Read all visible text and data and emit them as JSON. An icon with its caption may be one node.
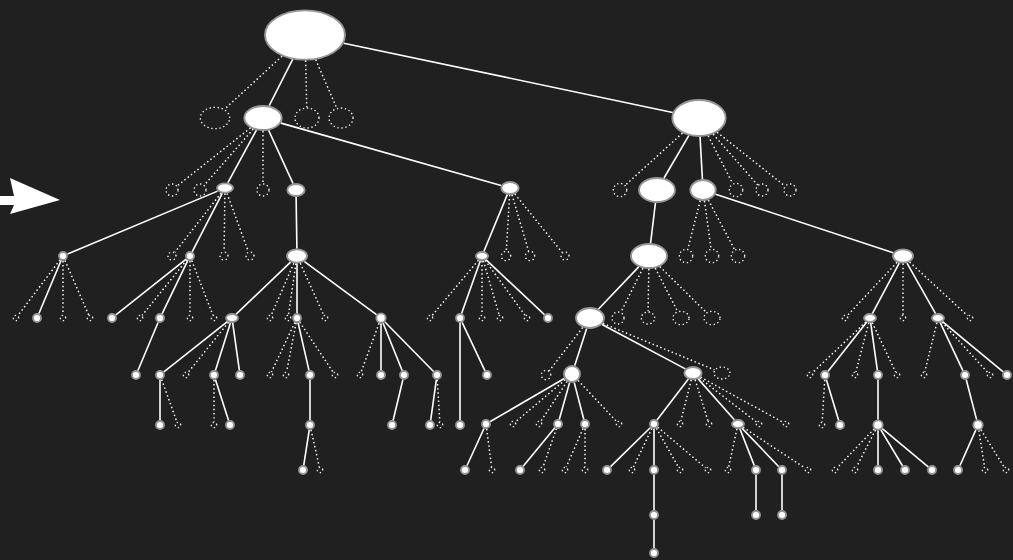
{
  "diagram": {
    "nodes": [
      {
        "text": [],
        "shape": "ellipse"
      },
      {
        "text": [],
        "shape": "ellipse"
      },
      {
        "text": [],
        "shape": "ellipse"
      },
      {
        "text": [],
        "shape": "ellipse"
      },
      {
        "text": [],
        "shape": "ellipse"
      },
      {
        "text": [],
        "shape": "ellipse"
      },
      {
        "text": [],
        "shape": "circle"
      },
      {
        "text": [],
        "shape": "circle"
      },
      {
        "text": [],
        "shape": "ellipse"
      },
      {
        "text": [],
        "shape": "circle"
      },
      {
        "text": [],
        "shape": "ellipse"
      },
      {
        "text": [],
        "shape": "ellipse"
      },
      {
        "text": [],
        "shape": "circle"
      },
      {
        "text": [],
        "shape": "ellipse"
      },
      {
        "text": [],
        "shape": "ellipse"
      },
      {
        "text": [],
        "shape": "circle"
      },
      {
        "text": [],
        "shape": "circle"
      },
      {
        "text": [],
        "shape": "circle"
      },
      {
        "text": [],
        "shape": "circle"
      },
      {
        "text": [],
        "shape": "circle"
      },
      {
        "text": [],
        "shape": "circle"
      },
      {
        "text": [],
        "shape": "circle"
      },
      {
        "text": [],
        "shape": "circle"
      },
      {
        "text": [],
        "shape": "ellipse"
      },
      {
        "text": [],
        "shape": "ellipse"
      },
      {
        "text": [],
        "shape": "circle"
      },
      {
        "text": [],
        "shape": "circle"
      },
      {
        "text": [],
        "shape": "circle"
      },
      {
        "text": [],
        "shape": "ellipse"
      },
      {
        "text": [],
        "shape": "circle"
      },
      {
        "text": [],
        "shape": "circle"
      },
      {
        "text": [],
        "shape": "circle"
      },
      {
        "text": [],
        "shape": "ellipse"
      },
      {
        "text": [],
        "shape": "circle"
      },
      {
        "text": [],
        "shape": "circle"
      },
      {
        "text": [],
        "shape": "circle"
      },
      {
        "text": [],
        "shape": "circle"
      },
      {
        "text": [],
        "shape": "circle"
      },
      {
        "text": [],
        "shape": "circle"
      },
      {
        "text": [],
        "shape": "circle"
      },
      {
        "text": [],
        "shape": "circle"
      },
      {
        "text": [],
        "shape": "circle"
      },
      {
        "text": [],
        "shape": "ellipse"
      },
      {
        "text": [],
        "shape": "circle"
      },
      {
        "text": [],
        "shape": "circle"
      },
      {
        "text": [],
        "shape": "circle"
      },
      {
        "text": [],
        "shape": "circle"
      },
      {
        "text": [],
        "shape": "circle"
      },
      {
        "text": [],
        "shape": "circle"
      },
      {
        "text": [],
        "shape": "circle"
      },
      {
        "text": [],
        "shape": "circle"
      },
      {
        "text": [],
        "shape": "circle"
      },
      {
        "text": [],
        "shape": "circle"
      },
      {
        "text": [],
        "shape": "circle"
      },
      {
        "text": [],
        "shape": "ellipse"
      },
      {
        "text": [],
        "shape": "ellipse"
      },
      {
        "text": [],
        "shape": "ellipse"
      },
      {
        "text": [],
        "shape": "ellipse"
      },
      {
        "text": [],
        "shape": "ellipse"
      },
      {
        "text": [],
        "shape": "circle"
      },
      {
        "text": [],
        "shape": "ellipse"
      },
      {
        "text": [],
        "shape": "circle"
      },
      {
        "text": [],
        "shape": "ellipse"
      },
      {
        "text": [],
        "shape": "circle"
      },
      {
        "text": [],
        "shape": "circle"
      },
      {
        "text": [],
        "shape": "circle"
      },
      {
        "text": [],
        "shape": "circle"
      },
      {
        "text": [],
        "shape": "circle"
      },
      {
        "text": [],
        "shape": "circle"
      },
      {
        "text": [],
        "shape": "circle"
      },
      {
        "text": [],
        "shape": "circle"
      },
      {
        "text": [],
        "shape": "circle"
      },
      {
        "text": [],
        "shape": "circle"
      },
      {
        "text": [],
        "shape": "circle"
      },
      {
        "text": [],
        "shape": "circle"
      },
      {
        "text": [],
        "shape": "circle"
      },
      {
        "text": [],
        "shape": "circle"
      },
      {
        "text": [],
        "shape": "circle"
      },
      {
        "text": [],
        "shape": "circle"
      },
      {
        "text": [],
        "shape": "circle"
      },
      {
        "text": [],
        "shape": "circle"
      },
      {
        "text": [],
        "shape": "ellipse"
      },
      {
        "text": [],
        "shape": "ellipse"
      },
      {
        "text": [],
        "shape": "ellipse"
      },
      {
        "text": [],
        "shape": "circle"
      },
      {
        "text": [],
        "shape": "circle"
      },
      {
        "text": [],
        "shape": "circle"
      },
      {
        "text": [],
        "shape": "circle"
      },
      {
        "text": [],
        "shape": "circle"
      },
      {
        "text": [],
        "shape": "circle"
      },
      {
        "text": [],
        "shape": "circle"
      },
      {
        "text": [],
        "shape": "circle"
      },
      {
        "text": [],
        "shape": "circle"
      },
      {
        "text": [],
        "shape": "circle"
      },
      {
        "text": [],
        "shape": "circle"
      },
      {
        "text": [],
        "shape": "circle"
      },
      {
        "text": [],
        "shape": "circle"
      },
      {
        "text": [],
        "shape": "circle"
      },
      {
        "text": [],
        "shape": "circle"
      },
      {
        "text": [],
        "shape": "circle"
      },
      {
        "text": [],
        "shape": "circle"
      },
      {
        "text": [],
        "shape": "circle"
      },
      {
        "text": [],
        "shape": "circle"
      },
      {
        "text": [],
        "shape": "circle"
      },
      {
        "text": [],
        "shape": "circle"
      },
      {
        "text": [],
        "shape": "circle"
      },
      {
        "text": [],
        "shape": "circle"
      },
      {
        "text": [],
        "shape": "circle"
      },
      {
        "text": [],
        "shape": "circle"
      },
      {
        "text": [],
        "shape": "ellipse"
      },
      {
        "text": [],
        "shape": "circle"
      },
      {
        "text": [],
        "shape": "circle"
      },
      {
        "text": [],
        "shape": "circle"
      },
      {
        "text": [],
        "shape": "circle"
      },
      {
        "text": [],
        "shape": "circle"
      },
      {
        "text": [],
        "shape": "circle"
      },
      {
        "text": [],
        "shape": "circle"
      },
      {
        "text": [],
        "shape": "circle"
      },
      {
        "text": [],
        "shape": "circle"
      },
      {
        "text": [],
        "shape": "circle"
      },
      {
        "text": [],
        "shape": "circle"
      },
      {
        "text": [],
        "shape": "circle"
      },
      {
        "text": [],
        "shape": "circle"
      },
      {
        "text": [],
        "shape": "circle"
      },
      {
        "text": [],
        "shape": "circle"
      },
      {
        "text": [],
        "shape": "circle"
      },
      {
        "text": [],
        "shape": "circle"
      },
      {
        "text": [],
        "shape": "circle"
      },
      {
        "text": [],
        "shape": "circle"
      },
      {
        "text": [],
        "shape": "circle"
      },
      {
        "text": [],
        "shape": "circle"
      },
      {
        "text": [],
        "shape": "circle"
      },
      {
        "text": [],
        "shape": "circle"
      },
      {
        "text": [],
        "shape": "circle"
      },
      {
        "text": [],
        "shape": "circle"
      },
      {
        "text": [],
        "shape": "circle"
      },
      {
        "text": [],
        "shape": "circle"
      },
      {
        "text": [],
        "shape": "circle"
      },
      {
        "text": [],
        "shape": "circle"
      },
      {
        "text": [],
        "shape": "circle"
      },
      {
        "text": [],
        "shape": "circle"
      },
      {
        "text": [],
        "shape": "circle"
      },
      {
        "text": [],
        "shape": "circle"
      },
      {
        "text": [],
        "shape": "circle"
      },
      {
        "text": [],
        "shape": "circle"
      }
    ],
    "edges": [
      {
        "from": 0,
        "to": 1,
        "arrow": "none",
        "style": "dashed"
      },
      {
        "from": 0,
        "to": 2,
        "arrow": "none"
      },
      {
        "from": 0,
        "to": 3,
        "arrow": "none",
        "style": "dashed"
      },
      {
        "from": 0,
        "to": 4,
        "arrow": "none",
        "style": "dashed"
      },
      {
        "from": 0,
        "to": 5,
        "arrow": "none"
      },
      {
        "from": 2,
        "to": 6,
        "arrow": "none",
        "style": "dashed"
      },
      {
        "from": 2,
        "to": 7,
        "arrow": "none",
        "style": "dashed"
      },
      {
        "from": 2,
        "to": 8,
        "arrow": "none"
      },
      {
        "from": 2,
        "to": 9,
        "arrow": "none",
        "style": "dashed"
      },
      {
        "from": 2,
        "to": 10,
        "arrow": "none"
      },
      {
        "from": 2,
        "to": 11,
        "arrow": "none"
      },
      {
        "from": 5,
        "to": 12,
        "arrow": "none",
        "style": "dashed"
      },
      {
        "from": 5,
        "to": 13,
        "arrow": "none"
      },
      {
        "from": 5,
        "to": 14,
        "arrow": "none"
      },
      {
        "from": 5,
        "to": 15,
        "arrow": "none",
        "style": "dashed"
      },
      {
        "from": 5,
        "to": 16,
        "arrow": "none",
        "style": "dashed"
      },
      {
        "from": 5,
        "to": 17,
        "arrow": "none",
        "style": "dashed"
      },
      {
        "from": 8,
        "to": 18,
        "arrow": "none"
      },
      {
        "from": 8,
        "to": 19,
        "arrow": "none",
        "style": "dashed"
      },
      {
        "from": 8,
        "to": 20,
        "arrow": "none"
      },
      {
        "from": 8,
        "to": 21,
        "arrow": "none",
        "style": "dashed"
      },
      {
        "from": 8,
        "to": 22,
        "arrow": "none",
        "style": "dashed"
      },
      {
        "from": 10,
        "to": 23,
        "arrow": "none"
      },
      {
        "from": 11,
        "to": 24,
        "arrow": "none"
      },
      {
        "from": 11,
        "to": 25,
        "arrow": "none",
        "style": "dashed"
      },
      {
        "from": 11,
        "to": 26,
        "arrow": "none",
        "style": "dashed"
      },
      {
        "from": 11,
        "to": 27,
        "arrow": "none",
        "style": "dashed"
      },
      {
        "from": 13,
        "to": 28,
        "arrow": "none"
      },
      {
        "from": 14,
        "to": 29,
        "arrow": "none",
        "style": "dashed"
      },
      {
        "from": 14,
        "to": 30,
        "arrow": "none",
        "style": "dashed"
      },
      {
        "from": 14,
        "to": 31,
        "arrow": "none",
        "style": "dashed"
      },
      {
        "from": 14,
        "to": 32,
        "arrow": "none"
      },
      {
        "from": 18,
        "to": 33,
        "arrow": "none",
        "style": "dashed"
      },
      {
        "from": 18,
        "to": 34,
        "arrow": "none"
      },
      {
        "from": 18,
        "to": 35,
        "arrow": "none",
        "style": "dashed"
      },
      {
        "from": 18,
        "to": 36,
        "arrow": "none",
        "style": "dashed"
      },
      {
        "from": 20,
        "to": 37,
        "arrow": "none"
      },
      {
        "from": 20,
        "to": 38,
        "arrow": "none",
        "style": "dashed"
      },
      {
        "from": 20,
        "to": 39,
        "arrow": "none"
      },
      {
        "from": 20,
        "to": 40,
        "arrow": "none",
        "style": "dashed"
      },
      {
        "from": 20,
        "to": 41,
        "arrow": "none",
        "style": "dashed"
      },
      {
        "from": 23,
        "to": 42,
        "arrow": "none"
      },
      {
        "from": 23,
        "to": 43,
        "arrow": "none",
        "style": "dashed"
      },
      {
        "from": 23,
        "to": 44,
        "arrow": "none",
        "style": "dashed"
      },
      {
        "from": 23,
        "to": 45,
        "arrow": "none"
      },
      {
        "from": 23,
        "to": 46,
        "arrow": "none",
        "style": "dashed"
      },
      {
        "from": 23,
        "to": 47,
        "arrow": "none"
      },
      {
        "from": 24,
        "to": 48,
        "arrow": "none",
        "style": "dashed"
      },
      {
        "from": 24,
        "to": 49,
        "arrow": "none"
      },
      {
        "from": 24,
        "to": 50,
        "arrow": "none",
        "style": "dashed"
      },
      {
        "from": 24,
        "to": 51,
        "arrow": "none",
        "style": "dashed"
      },
      {
        "from": 24,
        "to": 52,
        "arrow": "none",
        "style": "dashed"
      },
      {
        "from": 24,
        "to": 53,
        "arrow": "none"
      },
      {
        "from": 28,
        "to": 54,
        "arrow": "none"
      },
      {
        "from": 28,
        "to": 55,
        "arrow": "none",
        "style": "dashed"
      },
      {
        "from": 28,
        "to": 56,
        "arrow": "none",
        "style": "dashed"
      },
      {
        "from": 28,
        "to": 57,
        "arrow": "none",
        "style": "dashed"
      },
      {
        "from": 28,
        "to": 58,
        "arrow": "none",
        "style": "dashed"
      },
      {
        "from": 32,
        "to": 59,
        "arrow": "none",
        "style": "dashed"
      },
      {
        "from": 32,
        "to": 60,
        "arrow": "none"
      },
      {
        "from": 32,
        "to": 61,
        "arrow": "none",
        "style": "dashed"
      },
      {
        "from": 32,
        "to": 62,
        "arrow": "none"
      },
      {
        "from": 32,
        "to": 63,
        "arrow": "none",
        "style": "dashed"
      },
      {
        "from": 39,
        "to": 64,
        "arrow": "none"
      },
      {
        "from": 42,
        "to": 65,
        "arrow": "none"
      },
      {
        "from": 42,
        "to": 66,
        "arrow": "none",
        "style": "dashed"
      },
      {
        "from": 42,
        "to": 67,
        "arrow": "none"
      },
      {
        "from": 42,
        "to": 68,
        "arrow": "none"
      },
      {
        "from": 45,
        "to": 69,
        "arrow": "none",
        "style": "dashed"
      },
      {
        "from": 45,
        "to": 70,
        "arrow": "none",
        "style": "dashed"
      },
      {
        "from": 45,
        "to": 71,
        "arrow": "none"
      },
      {
        "from": 45,
        "to": 72,
        "arrow": "none",
        "style": "dashed"
      },
      {
        "from": 47,
        "to": 73,
        "arrow": "none",
        "style": "dashed"
      },
      {
        "from": 47,
        "to": 74,
        "arrow": "none"
      },
      {
        "from": 47,
        "to": 75,
        "arrow": "none"
      },
      {
        "from": 47,
        "to": 76,
        "arrow": "none"
      },
      {
        "from": 49,
        "to": 77,
        "arrow": "none"
      },
      {
        "from": 49,
        "to": 78,
        "arrow": "none"
      },
      {
        "from": 54,
        "to": 79,
        "arrow": "none",
        "style": "dashed"
      },
      {
        "from": 54,
        "to": 80,
        "arrow": "none"
      },
      {
        "from": 54,
        "to": 81,
        "arrow": "none"
      },
      {
        "from": 54,
        "to": 82,
        "arrow": "none",
        "style": "dashed"
      },
      {
        "from": 60,
        "to": 83,
        "arrow": "none",
        "style": "dashed"
      },
      {
        "from": 60,
        "to": 84,
        "arrow": "none"
      },
      {
        "from": 60,
        "to": 85,
        "arrow": "none",
        "style": "dashed"
      },
      {
        "from": 60,
        "to": 86,
        "arrow": "none"
      },
      {
        "from": 60,
        "to": 87,
        "arrow": "none",
        "style": "dashed"
      },
      {
        "from": 62,
        "to": 88,
        "arrow": "none",
        "style": "dashed"
      },
      {
        "from": 62,
        "to": 89,
        "arrow": "none"
      },
      {
        "from": 62,
        "to": 90,
        "arrow": "none",
        "style": "dashed"
      },
      {
        "from": 62,
        "to": 91,
        "arrow": "none"
      },
      {
        "from": 65,
        "to": 92,
        "arrow": "none"
      },
      {
        "from": 65,
        "to": 93,
        "arrow": "none",
        "style": "dashed"
      },
      {
        "from": 67,
        "to": 94,
        "arrow": "none",
        "style": "dashed"
      },
      {
        "from": 67,
        "to": 95,
        "arrow": "none"
      },
      {
        "from": 71,
        "to": 96,
        "arrow": "none"
      },
      {
        "from": 75,
        "to": 97,
        "arrow": "none"
      },
      {
        "from": 76,
        "to": 98,
        "arrow": "none"
      },
      {
        "from": 76,
        "to": 99,
        "arrow": "none",
        "style": "dashed"
      },
      {
        "from": 80,
        "to": 100,
        "arrow": "none"
      },
      {
        "from": 80,
        "to": 101,
        "arrow": "none",
        "style": "dashed"
      },
      {
        "from": 80,
        "to": 102,
        "arrow": "none",
        "style": "dashed"
      },
      {
        "from": 80,
        "to": 103,
        "arrow": "none"
      },
      {
        "from": 80,
        "to": 104,
        "arrow": "none"
      },
      {
        "from": 80,
        "to": 105,
        "arrow": "none",
        "style": "dashed"
      },
      {
        "from": 81,
        "to": 106,
        "arrow": "none"
      },
      {
        "from": 81,
        "to": 107,
        "arrow": "none",
        "style": "dashed"
      },
      {
        "from": 81,
        "to": 108,
        "arrow": "none",
        "style": "dashed"
      },
      {
        "from": 81,
        "to": 109,
        "arrow": "none"
      },
      {
        "from": 81,
        "to": 110,
        "arrow": "none",
        "style": "dashed"
      },
      {
        "from": 81,
        "to": 111,
        "arrow": "none",
        "style": "dashed"
      },
      {
        "from": 100,
        "to": 112,
        "arrow": "none"
      },
      {
        "from": 100,
        "to": 113,
        "arrow": "none",
        "style": "dashed"
      },
      {
        "from": 103,
        "to": 114,
        "arrow": "none"
      },
      {
        "from": 103,
        "to": 115,
        "arrow": "none",
        "style": "dashed"
      },
      {
        "from": 104,
        "to": 116,
        "arrow": "none",
        "style": "dashed"
      },
      {
        "from": 104,
        "to": 117,
        "arrow": "none",
        "style": "dashed"
      },
      {
        "from": 106,
        "to": 118,
        "arrow": "none"
      },
      {
        "from": 106,
        "to": 119,
        "arrow": "none",
        "style": "dashed"
      },
      {
        "from": 106,
        "to": 120,
        "arrow": "none"
      },
      {
        "from": 106,
        "to": 121,
        "arrow": "none",
        "style": "dashed"
      },
      {
        "from": 106,
        "to": 122,
        "arrow": "none",
        "style": "dashed"
      },
      {
        "from": 109,
        "to": 123,
        "arrow": "none",
        "style": "dashed"
      },
      {
        "from": 109,
        "to": 124,
        "arrow": "none"
      },
      {
        "from": 109,
        "to": 125,
        "arrow": "none"
      },
      {
        "from": 109,
        "to": 126,
        "arrow": "none",
        "style": "dashed"
      },
      {
        "from": 84,
        "to": 127,
        "arrow": "none",
        "style": "dashed"
      },
      {
        "from": 84,
        "to": 128,
        "arrow": "none"
      },
      {
        "from": 86,
        "to": 129,
        "arrow": "none"
      },
      {
        "from": 89,
        "to": 130,
        "arrow": "none"
      },
      {
        "from": 129,
        "to": 131,
        "arrow": "none",
        "style": "dashed"
      },
      {
        "from": 129,
        "to": 132,
        "arrow": "none",
        "style": "dashed"
      },
      {
        "from": 129,
        "to": 133,
        "arrow": "none"
      },
      {
        "from": 129,
        "to": 134,
        "arrow": "none"
      },
      {
        "from": 129,
        "to": 135,
        "arrow": "none"
      },
      {
        "from": 130,
        "to": 136,
        "arrow": "none"
      },
      {
        "from": 130,
        "to": 137,
        "arrow": "none",
        "style": "dashed"
      },
      {
        "from": 130,
        "to": 138,
        "arrow": "none",
        "style": "dashed"
      },
      {
        "from": 96,
        "to": 139,
        "arrow": "none"
      },
      {
        "from": 96,
        "to": 140,
        "arrow": "none",
        "style": "dashed"
      },
      {
        "from": 120,
        "to": 141,
        "arrow": "none"
      },
      {
        "from": 141,
        "to": 142,
        "arrow": "none"
      },
      {
        "from": 124,
        "to": 143,
        "arrow": "none"
      },
      {
        "from": 125,
        "to": 144,
        "arrow": "none"
      }
    ]
  }
}
